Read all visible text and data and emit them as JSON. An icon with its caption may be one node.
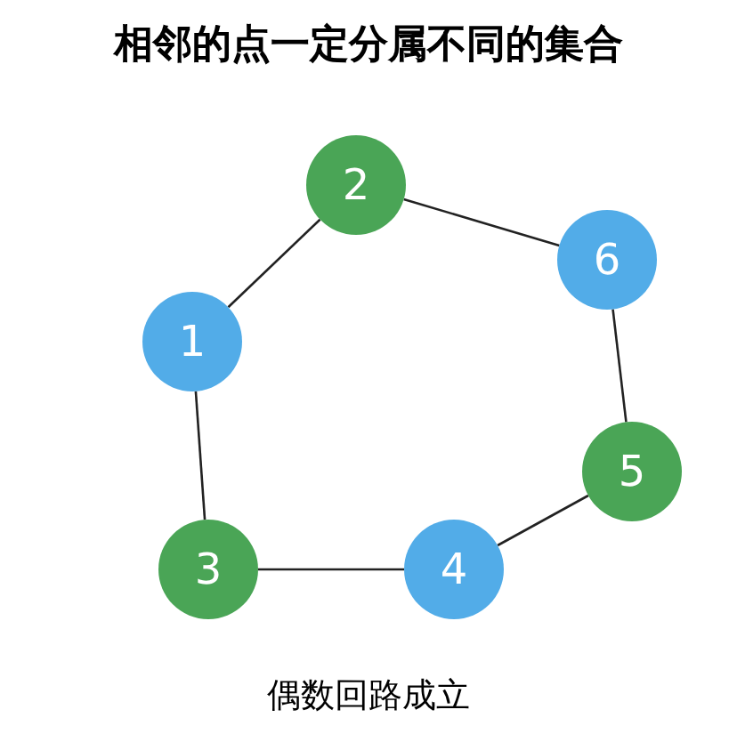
{
  "diagram": {
    "title": "相邻的点一定分属不同的集合",
    "caption": "偶数回路成立",
    "nodes": [
      {
        "text": [
          "2"
        ]
      },
      {
        "text": [
          "6"
        ]
      },
      {
        "text": [
          "1"
        ]
      },
      {
        "text": [
          "5"
        ]
      },
      {
        "text": [
          "3"
        ]
      },
      {
        "text": [
          "4"
        ]
      }
    ],
    "edges": [
      {
        "from": 2,
        "to": 0,
        "arrow": "none"
      },
      {
        "from": 0,
        "to": 1,
        "arrow": "none"
      },
      {
        "from": 1,
        "to": 3,
        "arrow": "none"
      },
      {
        "from": 3,
        "to": 5,
        "arrow": "none"
      },
      {
        "from": 5,
        "to": 4,
        "arrow": "none"
      },
      {
        "from": 4,
        "to": 2,
        "arrow": "none"
      }
    ]
  }
}
